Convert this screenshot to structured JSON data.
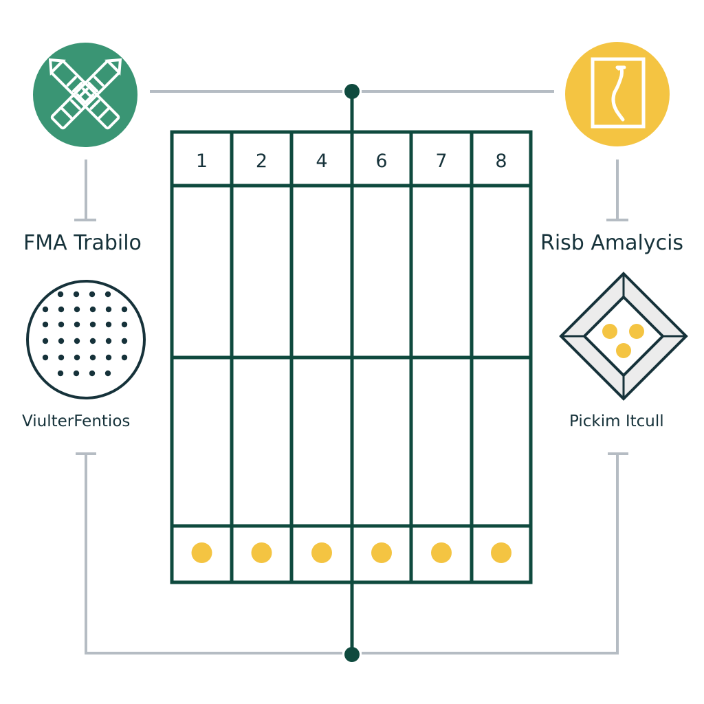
{
  "left_top_label": "FMA Trabilo",
  "right_top_label": "Risb Amalycis",
  "left_bottom_label": "ViulterFentios",
  "right_bottom_label": "Pickim Itcull",
  "icons": {
    "top_left": "crossed-pencils-icon",
    "top_right": "document-curve-icon",
    "bottom_left": "dotted-circle-icon",
    "bottom_right": "diamond-coins-icon"
  },
  "table": {
    "columns": [
      "1",
      "2",
      "4",
      "6",
      "7",
      "8"
    ],
    "bottom_markers": 6
  },
  "colors": {
    "grid": "#0f4a3e",
    "accent_green": "#3a9574",
    "accent_yellow": "#f4c442",
    "connector_gray": "#b5bcc3",
    "text": "#16323a"
  }
}
